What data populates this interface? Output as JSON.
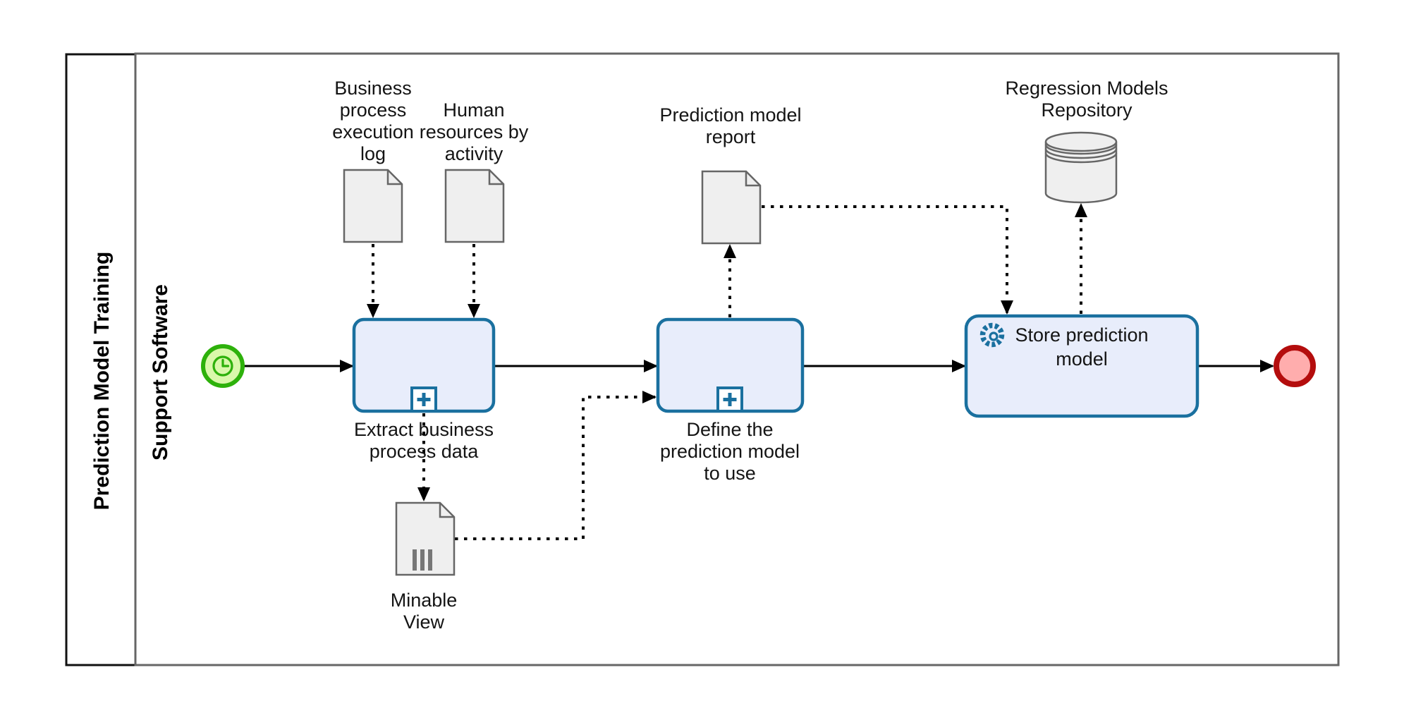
{
  "pool": {
    "label": "Prediction Model Training"
  },
  "lane": {
    "label": "Support Software"
  },
  "events": {
    "start": {
      "type": "timer-start-event",
      "icon": "clock-icon"
    },
    "end": {
      "type": "end-event"
    }
  },
  "tasks": {
    "extract": {
      "label": "Extract business\nprocess data",
      "marker": "plus-icon"
    },
    "define": {
      "label": "Define the\nprediction model\nto use",
      "marker": "plus-icon"
    },
    "store": {
      "label": "Store prediction\nmodel",
      "marker": "gear-icon"
    }
  },
  "data_objects": {
    "bp_log": {
      "label": "Business\nprocess\nexecution\nlog"
    },
    "hr_activity": {
      "label": "Human\nresources by\nactivity"
    },
    "report": {
      "label": "Prediction model\nreport"
    },
    "minable": {
      "label": "Minable\nView",
      "marker": "collection-bars-icon"
    },
    "repository": {
      "label": "Regression Models\nRepository",
      "type": "data-store"
    }
  },
  "colors": {
    "task_fill": "#e8edfb",
    "task_border": "#1a709f",
    "start_fill": "#d9f8ab",
    "start_border": "#2db10b",
    "end_fill": "#ffadad",
    "end_border": "#b40d0d",
    "shape_fill": "#efefef",
    "shape_border": "#666666",
    "connector": "#000000"
  }
}
